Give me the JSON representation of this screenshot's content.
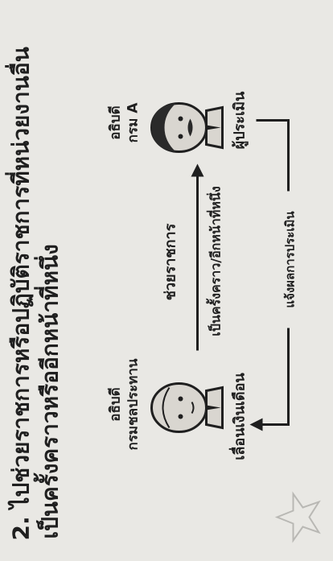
{
  "heading": {
    "line1": "2. ไปช่วยราชการหรือปฏิบัติราชการที่หน่วยงานอื่น",
    "line2": "เป็นครั้งคราวหรืออีกหน้าที่หนึ่ง"
  },
  "diagram": {
    "left_caption_line1": "อธิบดี",
    "left_caption_line2": "กรมชลประทาน",
    "right_caption_line1": "อธิบดี",
    "right_caption_line2": "กรม A",
    "left_role": "เลื่อนเงินเดือน",
    "right_role": "ผู้ประเมิน",
    "arrow_top_label": "ช่วยราชการ",
    "arrow_bottom_label": "เป็นครั้งคราว/อีกหน้าที่หนึ่ง",
    "feedback_label": "แจ้งผลการประเมิน"
  },
  "colors": {
    "ink": "#1f1f1f",
    "paper": "#e9e8e4",
    "face": "#d9d6d0"
  }
}
